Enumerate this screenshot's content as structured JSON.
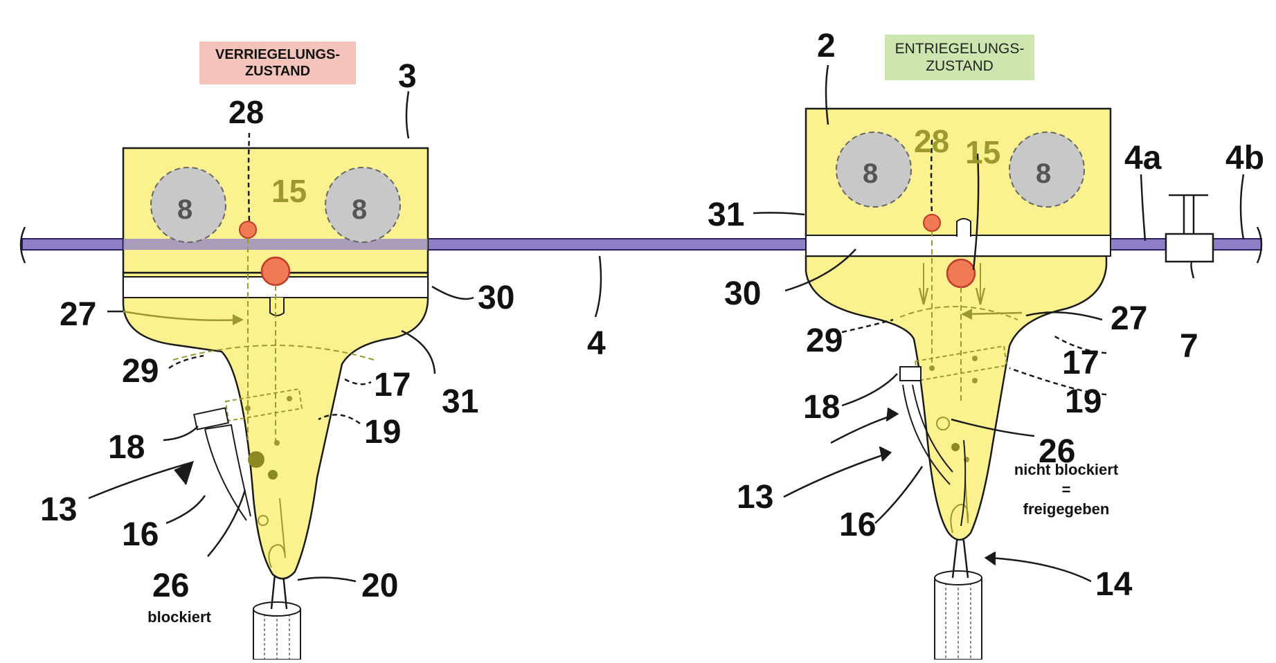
{
  "states": {
    "locked": {
      "line1": "VERRIEGELUNGS-",
      "line2": "ZUSTAND",
      "color": "#f4c4bc"
    },
    "unlocked": {
      "line1": "ENTRIEGELUNGS-",
      "line2": "ZUSTAND",
      "color": "#cde6b0"
    }
  },
  "notes": {
    "blocked": "blockiert",
    "not_blocked": [
      "nicht blockiert",
      "=",
      "freigegeben"
    ]
  },
  "colors": {
    "body_yellow": "#fbf28f",
    "body_outline": "#1a1a1a",
    "rail_purple": "#8f7fc9",
    "pin_red": "#f07a54",
    "circle_grey": "#c8c8c8"
  },
  "left": {
    "n3": "3",
    "n28": "28",
    "n15": "15",
    "n8a": "8",
    "n8b": "8",
    "n27": "27",
    "n30": "30",
    "n29": "29",
    "n17": "17",
    "n31": "31",
    "n18": "18",
    "n19": "19",
    "n13": "13",
    "n16": "16",
    "n26": "26",
    "n20": "20"
  },
  "right": {
    "n2": "2",
    "n28": "28",
    "n15": "15",
    "n8a": "8",
    "n8b": "8",
    "n31": "31",
    "n30": "30",
    "n29": "29",
    "n27": "27",
    "n17": "17",
    "n18": "18",
    "n19": "19",
    "n26": "26",
    "n13": "13",
    "n16": "16",
    "n14": "14"
  },
  "rail": {
    "n4": "4",
    "n4a": "4a",
    "n4b": "4b",
    "n7": "7"
  }
}
